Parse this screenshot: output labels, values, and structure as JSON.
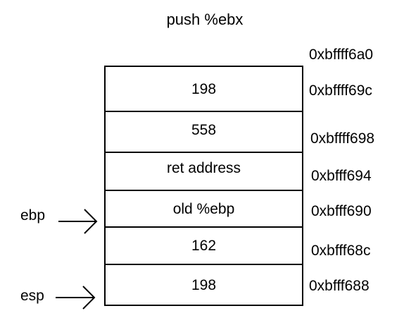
{
  "title": "push %ebx",
  "stack": {
    "cells": [
      {
        "value": "198"
      },
      {
        "value": "558"
      },
      {
        "value": "ret address"
      },
      {
        "value": "old %ebp"
      },
      {
        "value": "162"
      },
      {
        "value": "198"
      }
    ],
    "addresses": [
      "0xbffff6a0",
      "0xbffff69c",
      "0xbffff698",
      "0xbfff694",
      "0xbfff690",
      "0xbfff68c",
      "0xbfff688"
    ]
  },
  "registers": {
    "ebp": "ebp",
    "esp": "esp"
  }
}
